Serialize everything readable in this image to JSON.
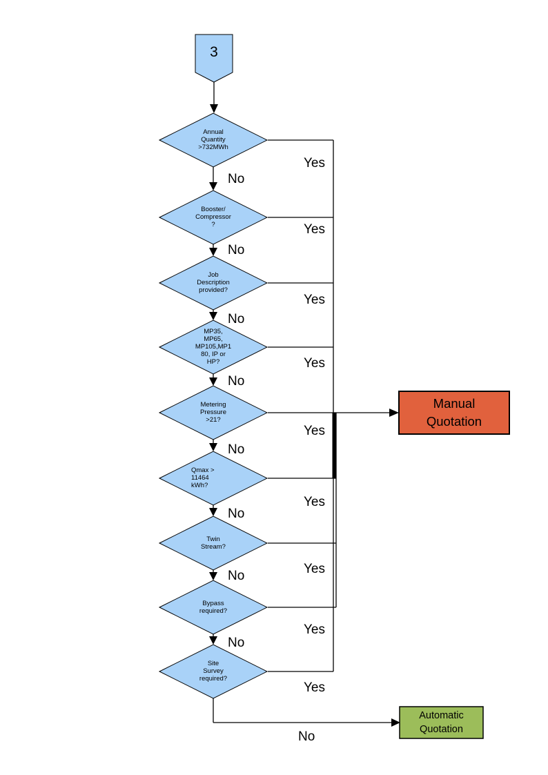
{
  "connector_start": {
    "label": "3"
  },
  "decisions": [
    {
      "name": "annual-quantity",
      "text": "Annual\nQuantity\n>732MWh",
      "yes": "Yes",
      "no": "No"
    },
    {
      "name": "booster-compressor",
      "text": "Booster/\nCompressor\n?",
      "yes": "Yes",
      "no": "No"
    },
    {
      "name": "job-description",
      "text": "Job\nDescription\nprovided?",
      "yes": "Yes",
      "no": "No"
    },
    {
      "name": "pressure-tier",
      "text": "MP35,\nMP65,\nMP105,MP1\n80, IP or\nHP?",
      "yes": "Yes",
      "no": "No"
    },
    {
      "name": "metering-pressure",
      "text": "Metering\nPressure\n>21?",
      "yes": "Yes",
      "no": "No"
    },
    {
      "name": "qmax",
      "text": "Qmax >\n11464\nkWh?",
      "yes": "Yes",
      "no": "No"
    },
    {
      "name": "twin-stream",
      "text": "Twin\nStream?",
      "yes": "Yes",
      "no": "No"
    },
    {
      "name": "bypass",
      "text": "Bypass\nrequired?",
      "yes": "Yes",
      "no": "No"
    },
    {
      "name": "site-survey",
      "text": "Site\nSurvey\nrequired?",
      "yes": "Yes",
      "no": "No"
    }
  ],
  "outcomes": {
    "manual_quotation": {
      "label": "Manual\nQuotation",
      "fill": "#E1613D"
    },
    "automatic_quotation": {
      "label": "Automatic\nQuotation",
      "fill": "#9CBD5A"
    }
  },
  "colors": {
    "decision_fill": "#A9D2F8",
    "line": "#000000"
  }
}
